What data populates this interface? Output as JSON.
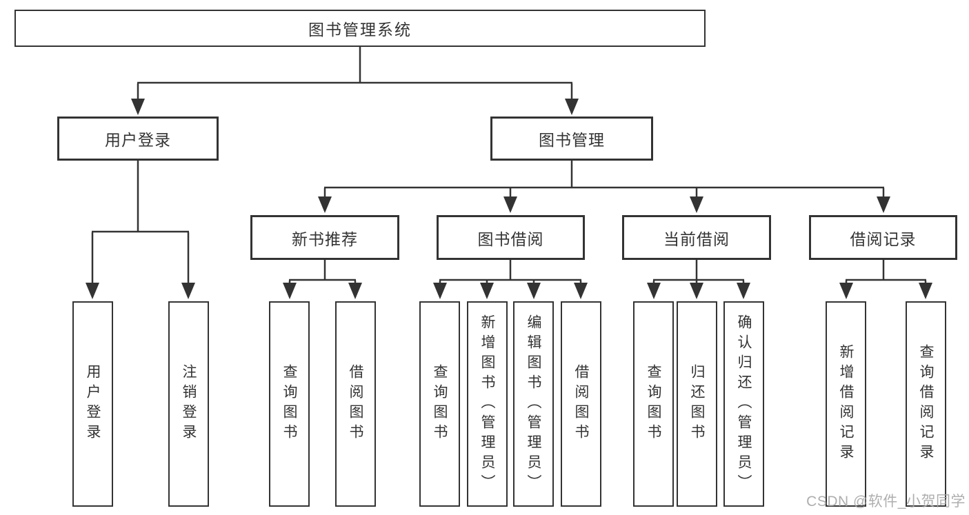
{
  "diagram": {
    "root": {
      "label": "图书管理系统"
    },
    "branches": [
      {
        "label": "用户登录",
        "children": [
          {
            "label": "用户登录"
          },
          {
            "label": "注销登录"
          }
        ]
      },
      {
        "label": "图书管理",
        "children": [
          {
            "label": "新书推荐",
            "children": [
              {
                "label": "查询图书"
              },
              {
                "label": "借阅图书"
              }
            ]
          },
          {
            "label": "图书借阅",
            "children": [
              {
                "label": "查询图书"
              },
              {
                "label": "新增图书（管理员）"
              },
              {
                "label": "编辑图书（管理员）"
              },
              {
                "label": "借阅图书"
              }
            ]
          },
          {
            "label": "当前借阅",
            "children": [
              {
                "label": "查询图书"
              },
              {
                "label": "归还图书"
              },
              {
                "label": "确认归还（管理员）"
              }
            ]
          },
          {
            "label": "借阅记录",
            "children": [
              {
                "label": "新增借阅记录"
              },
              {
                "label": "查询借阅记录"
              }
            ]
          }
        ]
      }
    ]
  },
  "watermark": {
    "text": "CSDN @软件_小贺同学"
  },
  "colors": {
    "line": "#333333",
    "box_border": "#333333",
    "text": "#333333",
    "watermark": "#a6a6a6",
    "background": "#ffffff"
  }
}
